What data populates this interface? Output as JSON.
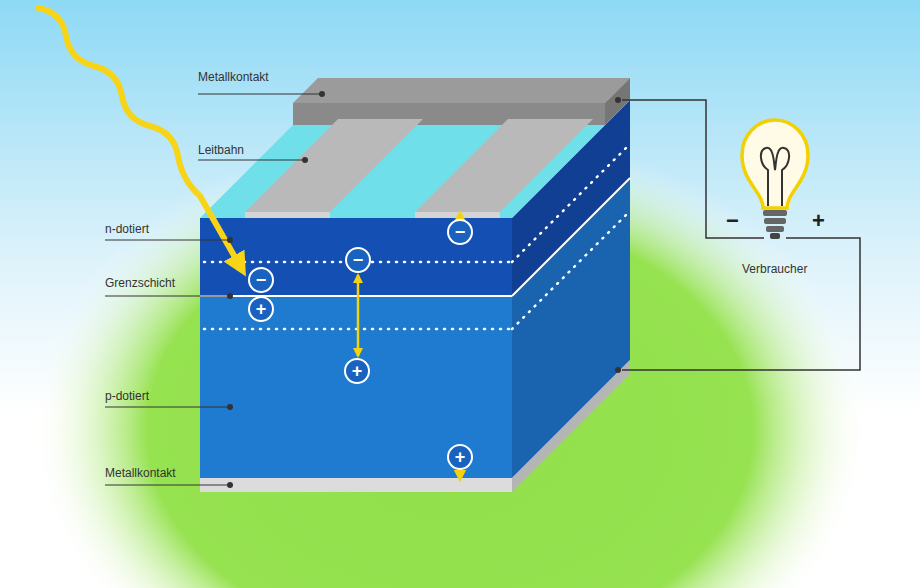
{
  "diagram": {
    "nodes": [
      {
        "text": [
          "−"
        ]
      },
      {
        "text": [
          "−"
        ]
      },
      {
        "text": [
          "−"
        ]
      },
      {
        "text": [
          "+"
        ]
      },
      {
        "text": [
          "+"
        ]
      },
      {
        "text": [
          "+"
        ]
      }
    ],
    "edges": [
      {
        "from": 1,
        "to": 4,
        "arrow": "both"
      }
    ],
    "labels": [
      "Metallkontakt",
      "Leitbahn",
      "n-dotiert",
      "Grenzschicht",
      "p-dotiert",
      "Metallkontakt",
      "Verbraucher",
      "−",
      "+"
    ]
  }
}
